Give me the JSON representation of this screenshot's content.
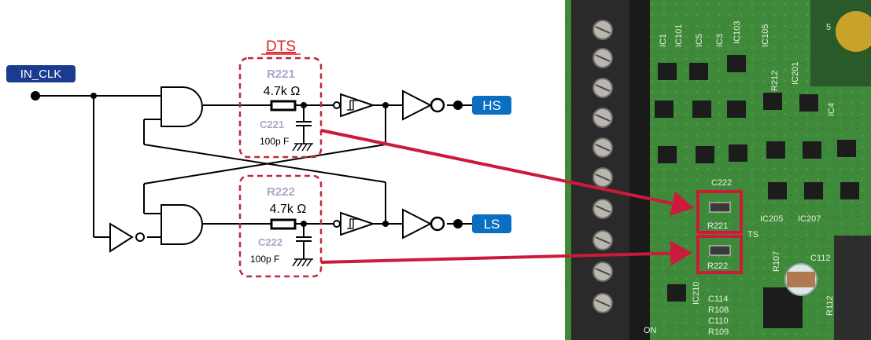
{
  "labels": {
    "input": "IN_CLK",
    "high_side": "HS",
    "low_side": "LS",
    "dts": "DTS",
    "r221": "R221",
    "r221_value": "4.7k Ω",
    "c221": "C221",
    "c221_value": "100p F",
    "r222": "R222",
    "r222_value": "4.7k Ω",
    "c222": "C222",
    "c222_value": "100p F"
  },
  "pcb": {
    "silkscreen": [
      "IC1",
      "IC101",
      "IC5",
      "IC3",
      "IC103",
      "IC105",
      "R212",
      "IC201",
      "IC4",
      "5",
      "C222",
      "IC205",
      "IC207",
      "R221",
      "R222",
      "C112",
      "C114",
      "R108",
      "C110",
      "R109",
      "R112",
      "IC210",
      "R107",
      "ON",
      "TS"
    ],
    "highlight_labels": [
      "R221",
      "R222"
    ]
  },
  "colors": {
    "wire": "#000000",
    "dts_box": "#c0283c",
    "arrow": "#cc1a3a",
    "label_bg": "#0a6fc2",
    "input_bg": "#1a3b8f",
    "component_label": "#a8a8c8",
    "pcb_green": "#3f8a3a"
  }
}
